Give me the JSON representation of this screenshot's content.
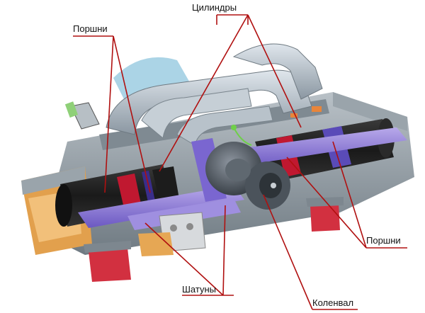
{
  "labels": {
    "cylinders": "Цилиндры",
    "pistons_left": "Поршни",
    "pistons_right": "Поршни",
    "conrods": "Шатуны",
    "crankshaft": "Коленвал"
  },
  "colors": {
    "leader_line": "#b01010",
    "block_gray": "#8d969d",
    "manifold": "#aab4bd",
    "cylinder_black": "#222222",
    "piston_red": "#c01830",
    "rod_purple": "#6a4fc0",
    "housing_orange": "#e8a24a",
    "mount_red": "#d23040"
  }
}
